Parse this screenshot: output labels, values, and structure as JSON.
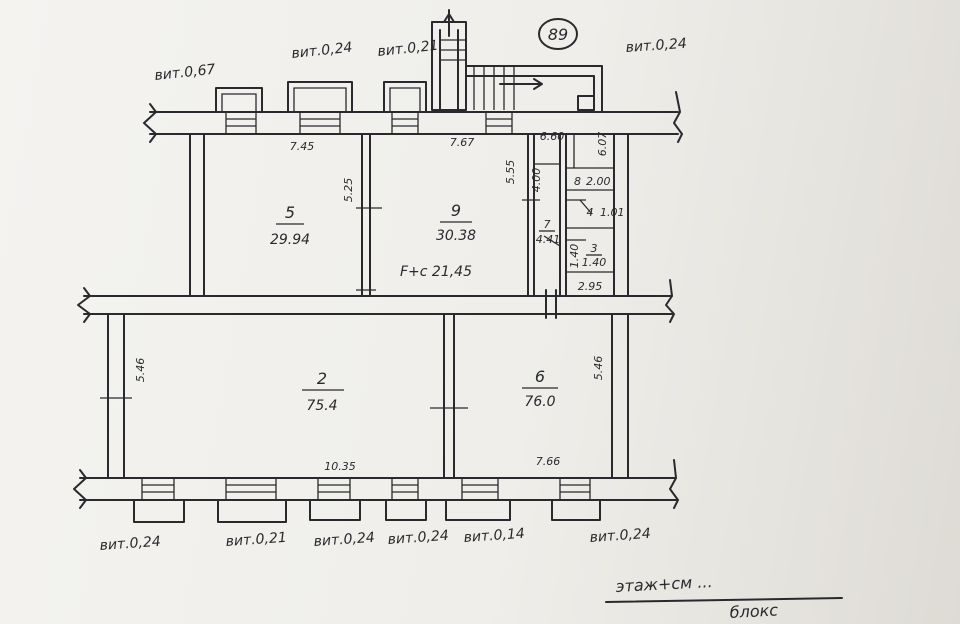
{
  "sheet": {
    "number": "89"
  },
  "facade_marks": {
    "top_1": "вит.0,67",
    "top_2": "вит.0,24",
    "top_3": "вит.0,21",
    "top_4": "вит.0,24",
    "bottom_1": "вит.0,24",
    "bottom_2": "вит.0,21",
    "bottom_3": "вит.0,24",
    "bottom_4": "вит.0,24",
    "bottom_5": "вит.0,14",
    "bottom_6": "вит.0,24"
  },
  "dimensions": {
    "top_left_wall": "7.45",
    "top_mid_wall": "7.67",
    "partition_1": "5.25",
    "partition_2": "5.55",
    "left_end": "5.46",
    "right_end": "5.46",
    "bottom_left": "10.35",
    "bottom_right": "7.66",
    "service_width": "6.60",
    "service_side": "6.07",
    "service_corridor": "4.00",
    "service_low": "1.40",
    "service_bottom": "2.95"
  },
  "rooms": [
    {
      "number": "5",
      "area": "29.94"
    },
    {
      "number": "9",
      "area": "30.38"
    },
    {
      "number": "2",
      "area": "75.4"
    },
    {
      "number": "6",
      "area": "76.0"
    },
    {
      "number": "7",
      "area": "4.41"
    },
    {
      "number": "8",
      "area": "2.00"
    },
    {
      "number": "4",
      "area": "1.01"
    },
    {
      "number": "3",
      "area": "1.40"
    }
  ],
  "area_note": "F+c 21,45",
  "stamp": {
    "line1": "этаж+см ...",
    "line2": "блокс"
  }
}
